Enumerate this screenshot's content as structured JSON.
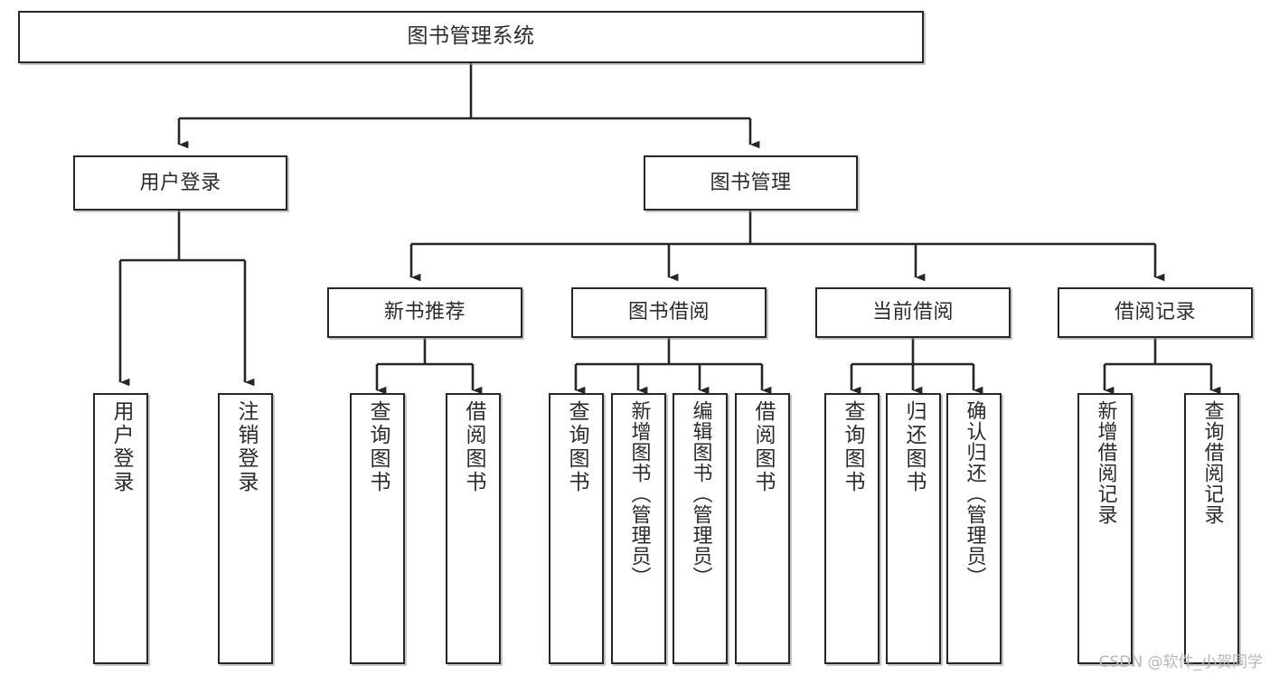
{
  "diagram": {
    "title": "图书管理系统",
    "type": "tree-hierarchy",
    "watermark": "CSDN @软件_小贺同学",
    "line_color": "#262626",
    "text_color": "#2b2b2b",
    "background": "#ffffff"
  },
  "nodes": {
    "root": {
      "label": "图书管理系统"
    },
    "level2": [
      {
        "label": "用户登录"
      },
      {
        "label": "图书管理"
      }
    ],
    "level3": [
      {
        "label": "新书推荐"
      },
      {
        "label": "图书借阅"
      },
      {
        "label": "当前借阅"
      },
      {
        "label": "借阅记录"
      }
    ],
    "leaves_user_login": [
      {
        "label": "用户登录"
      },
      {
        "label": "注销登录"
      }
    ],
    "leaves_new_book": [
      {
        "label": "查询图书"
      },
      {
        "label": "借阅图书"
      }
    ],
    "leaves_borrow": [
      {
        "label": "查询图书"
      },
      {
        "label": "新增图书（管理员）"
      },
      {
        "label": "编辑图书（管理员）"
      },
      {
        "label": "借阅图书"
      }
    ],
    "leaves_current": [
      {
        "label": "查询图书"
      },
      {
        "label": "归还图书"
      },
      {
        "label": "确认归还（管理员）"
      }
    ],
    "leaves_records": [
      {
        "label": "新增借阅记录"
      },
      {
        "label": "查询借阅记录"
      }
    ]
  }
}
